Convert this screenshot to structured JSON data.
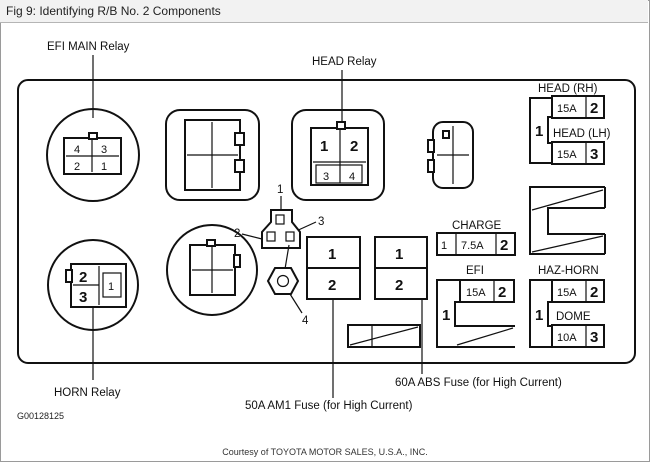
{
  "caption": "Fig 9: Identifying R/B No. 2 Components",
  "code": "G00128125",
  "credit": "Courtesy of TOYOTA MOTOR SALES, U.S.A., INC.",
  "labels": {
    "efi_main_relay": "EFI MAIN Relay",
    "head_relay": "HEAD Relay",
    "horn_relay": "HORN Relay",
    "am1_fuse": "50A AM1 Fuse (for High Current)",
    "abs_fuse": "60A ABS Fuse (for High Current)",
    "head_rh": "HEAD (RH)",
    "head_lh": "HEAD (LH)",
    "charge": "CHARGE",
    "efi": "EFI",
    "haz_horn": "HAZ-HORN",
    "dome": "DOME"
  },
  "efi_main_pins": [
    "4",
    "3",
    "2",
    "1"
  ],
  "head_relay_pins": [
    "1",
    "2",
    "3",
    "4"
  ],
  "horn_pins": [
    "2",
    "3",
    "1"
  ],
  "callouts": [
    "1",
    "2",
    "3",
    "4"
  ],
  "am1_cells": [
    "1",
    "2"
  ],
  "abs_cells": [
    "1",
    "2"
  ],
  "fuses": {
    "head_rh": {
      "rating": "15A",
      "pin": "2"
    },
    "head_lh": {
      "rating": "15A",
      "pin": "3"
    },
    "head_common": "1",
    "charge": {
      "left": "1",
      "rating": "7.5A",
      "pin": "2"
    },
    "efi": {
      "rating": "15A",
      "pin": "2",
      "left": "1"
    },
    "haz_horn": {
      "rating": "15A",
      "pin": "2"
    },
    "dome": {
      "rating": "10A",
      "pin": "3"
    },
    "haz_common": "1"
  }
}
